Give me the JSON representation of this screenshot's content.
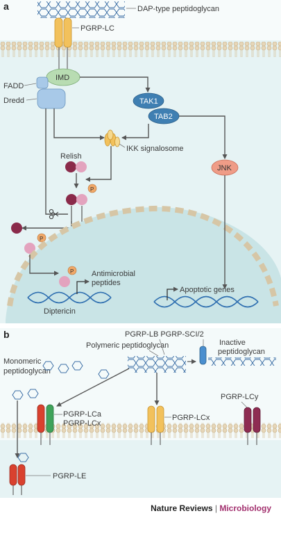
{
  "panel_a": {
    "letter": "a",
    "dap_label": "DAP-type peptidoglycan",
    "receptor": "PGRP-LC",
    "imd": "IMD",
    "fadd": "FADD",
    "dredd": "Dredd",
    "tak1": "TAK1",
    "tab2": "TAB2",
    "ikk": "IKK signalosome",
    "relish": "Relish",
    "p": "P",
    "jnk": "JNK",
    "amp_line1": "Antimicrobial",
    "amp_line2": "peptides",
    "diptericin": "Diptericin",
    "apoptotic": "Apoptotic genes"
  },
  "panel_b": {
    "letter": "b",
    "lb": "PGRP-LB PGRP-SCI/2",
    "polymeric": "Polymeric peptidoglycan",
    "inactive_line1": "Inactive",
    "inactive_line2": "peptidoglycan",
    "mono_line1": "Monomeric",
    "mono_line2": "peptidoglycan",
    "lca": "PGRP-LCa",
    "lcx": "PGRP-LCx",
    "lcx2": "PGRP-LCx",
    "lcy": "PGRP-LCy",
    "le": "PGRP-LE"
  },
  "footer": {
    "journal": "Nature Reviews",
    "separator": "|",
    "section": "Microbiology"
  },
  "colors": {
    "panel_bg": "#e6f3f4",
    "membrane": "#e9dcc2",
    "nucleus": "#c9e4e6",
    "imd": "#b8dcb2",
    "tak": "#3f7fb2",
    "jnk": "#ef9c87",
    "relish_dark": "#8a2a4a",
    "relish_light": "#e3a3be",
    "phospho": "#f0a868",
    "receptor": "#f2c15c",
    "le": "#d9412e",
    "lcy": "#8e2c52"
  }
}
